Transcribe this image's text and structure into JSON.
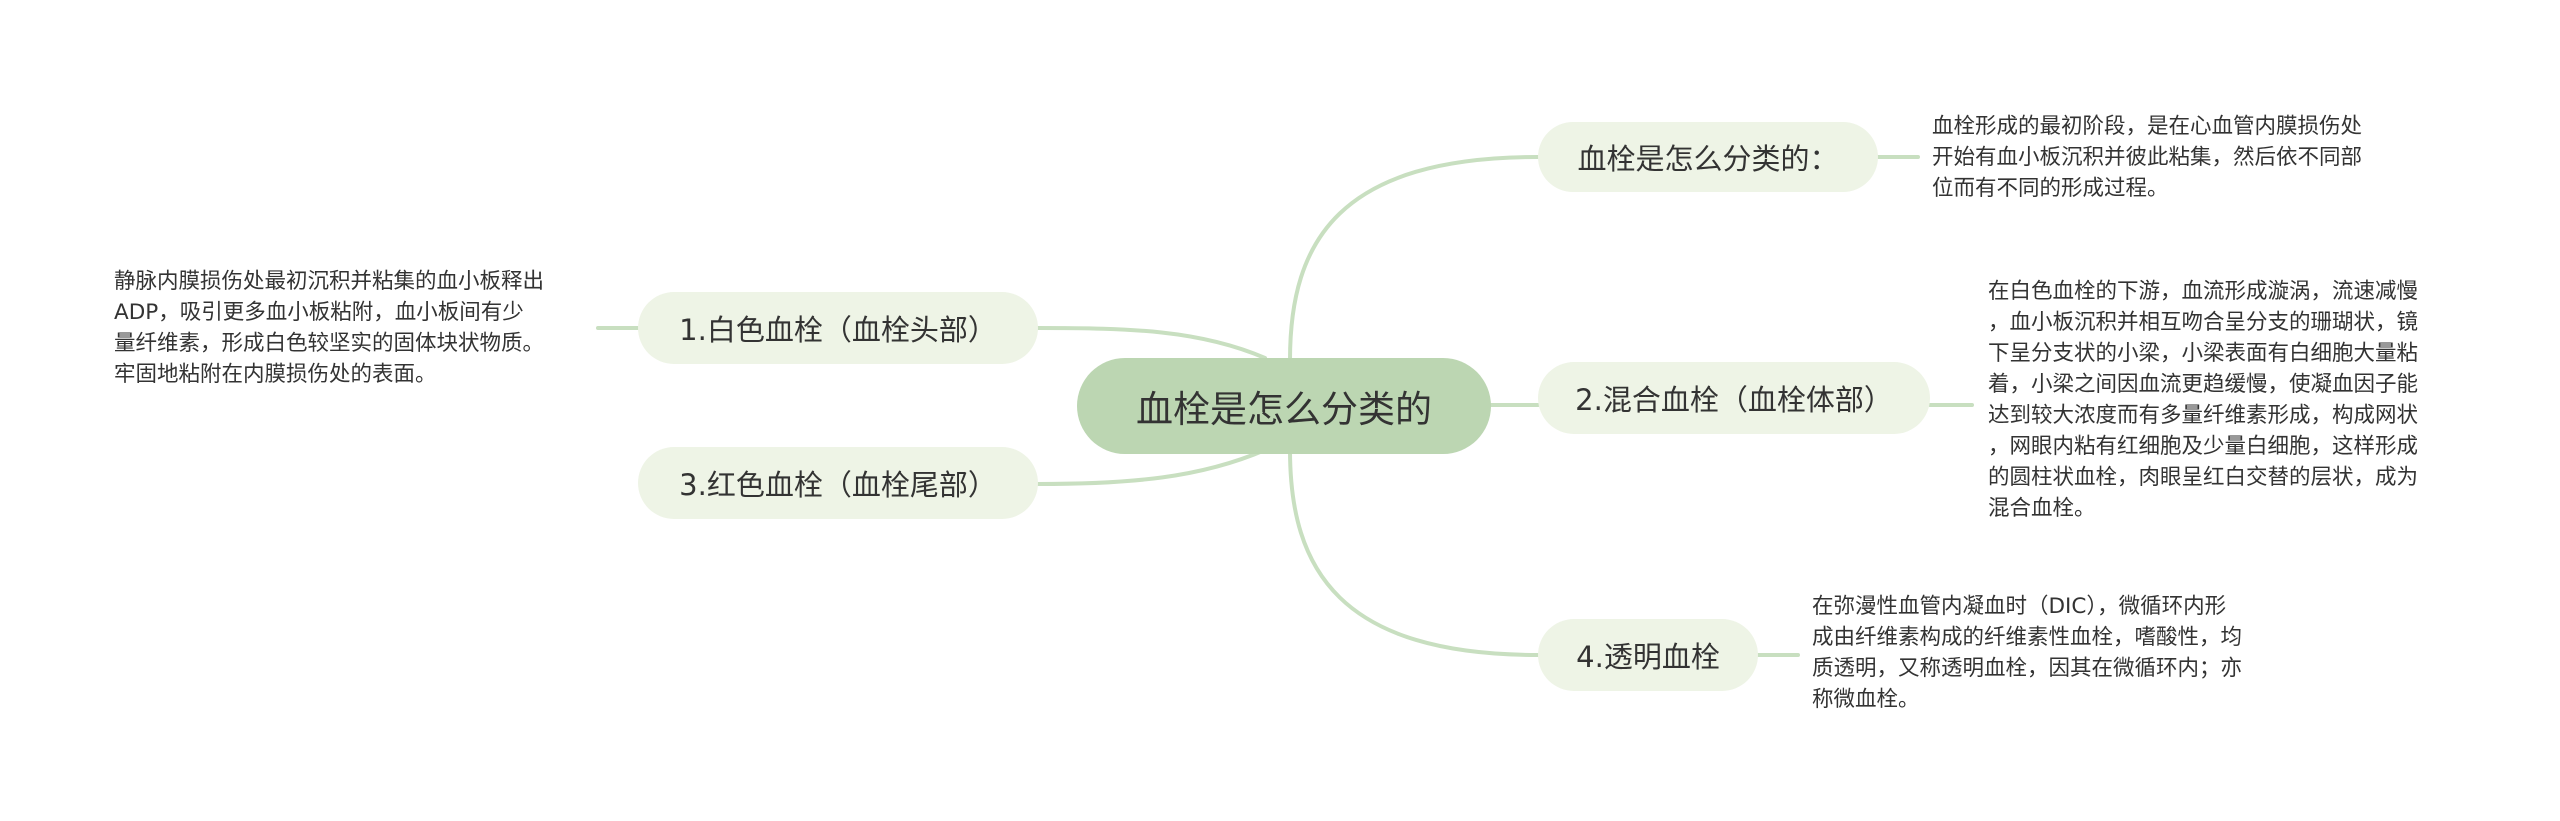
{
  "colors": {
    "center_fill": "#bcd6b2",
    "branch_fill": "#eef4e6",
    "link": "#c8dfc0",
    "text": "#333333"
  },
  "center": {
    "title": "血栓是怎么分类的"
  },
  "branches": [
    {
      "label": "血栓是怎么分类的：",
      "detail": "血栓形成的最初阶段，是在心血管内膜损伤处\n开始有血小板沉积并彼此粘集，然后依不同部\n位而有不同的形成过程。"
    },
    {
      "label": "2.混合血栓（血栓体部）",
      "detail": "在白色血栓的下游，血流形成漩涡，流速减慢\n，血小板沉积并相互吻合呈分支的珊瑚状，镜\n下呈分支状的小梁，小梁表面有白细胞大量粘\n着，小梁之间因血流更趋缓慢，使凝血因子能\n达到较大浓度而有多量纤维素形成，构成网状\n，网眼内粘有红细胞及少量白细胞，这样形成\n的圆柱状血栓，肉眼呈红白交替的层状，成为\n混合血栓。"
    },
    {
      "label": "4.透明血栓",
      "detail": "在弥漫性血管内凝血时（DIC），微循环内形\n成由纤维素构成的纤维素性血栓，嗜酸性，均\n质透明，又称透明血栓，因其在微循环内；亦\n称微血栓。"
    },
    {
      "label": "1.白色血栓（血栓头部）",
      "detail": "静脉内膜损伤处最初沉积并粘集的血小板释出\nADP，吸引更多血小板粘附，血小板间有少\n量纤维素，形成白色较坚实的固体块状物质。\n牢固地粘附在内膜损伤处的表面。"
    },
    {
      "label": "3.红色血栓（血栓尾部）",
      "detail": ""
    }
  ]
}
